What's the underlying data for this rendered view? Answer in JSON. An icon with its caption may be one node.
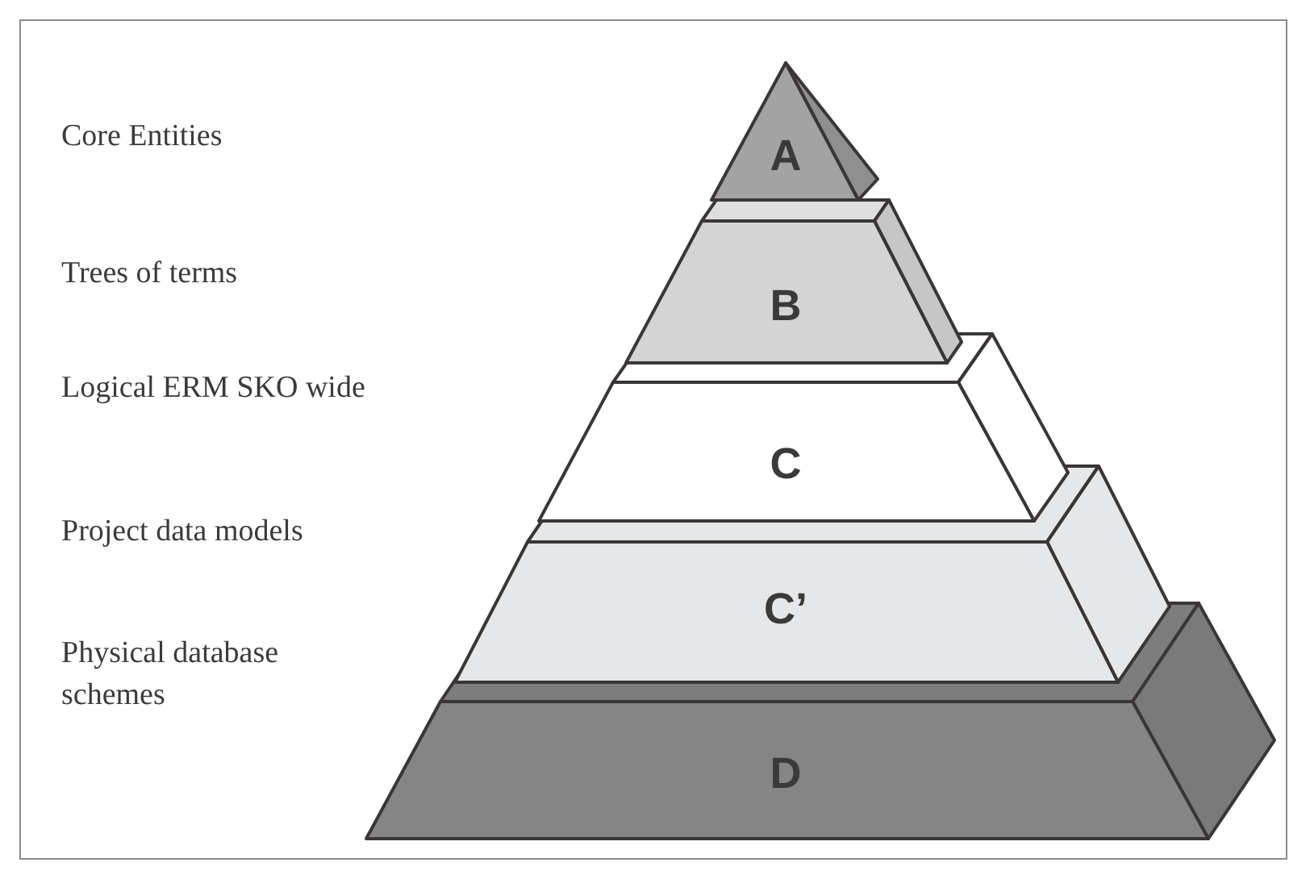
{
  "diagram": {
    "nodes": [
      {
        "text": [
          "A"
        ]
      },
      {
        "text": [
          "B"
        ]
      },
      {
        "text": [
          "C"
        ]
      },
      {
        "text": [
          "C’"
        ]
      },
      {
        "text": [
          "D"
        ]
      }
    ],
    "labels": [
      "Core Entities",
      "Trees of terms",
      "Logical ERM SKO wide",
      "Project data models",
      "Physical database schemes"
    ]
  }
}
